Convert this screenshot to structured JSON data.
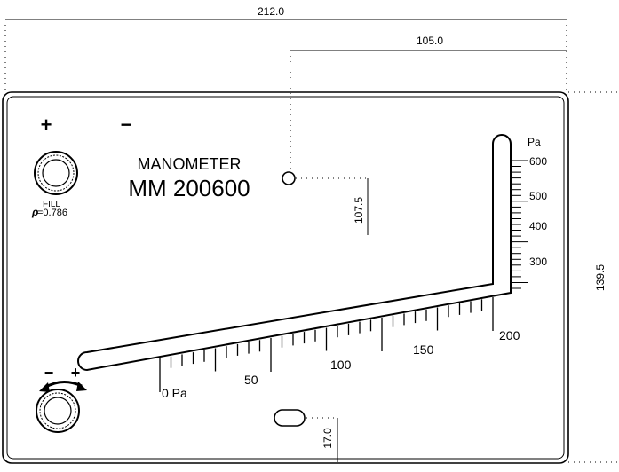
{
  "dimensions": {
    "overall_width": "212.0",
    "inner_width": "105.0",
    "center_height": "107.5",
    "total_height": "139.5",
    "bottom_offset": "17.0"
  },
  "panel": {
    "plus_sign": "+",
    "minus_sign": "−",
    "fill_label": "FILL",
    "density_label": "=0.786",
    "title_line1": "MANOMETER",
    "title_line2": "MM 200600",
    "adjust_minus": "−",
    "adjust_plus": "+"
  },
  "vertical_scale": {
    "unit": "Pa",
    "labels": [
      "600",
      "500",
      "400",
      "300"
    ]
  },
  "incline_scale": {
    "labels": [
      "0 Pa",
      "50",
      "100",
      "150",
      "200"
    ]
  },
  "icons": [
    "fill-knob-icon",
    "zero-adjust-knob-icon",
    "rotate-arrow-icon",
    "density-rho-icon"
  ]
}
